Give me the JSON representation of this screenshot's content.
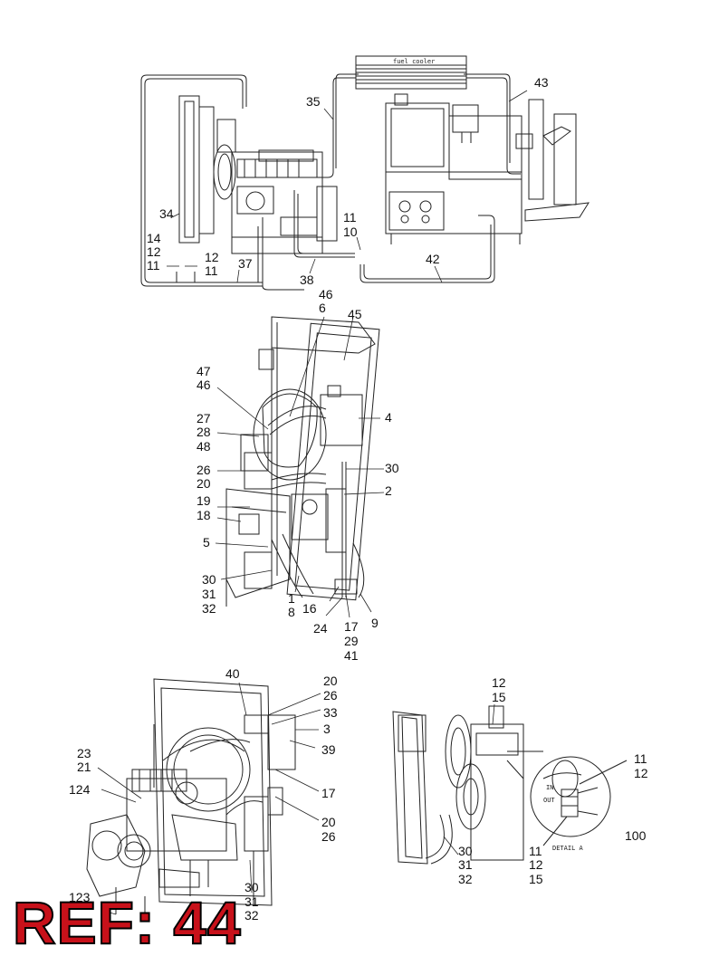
{
  "fuel_cooler_label": "fuel cooler",
  "detail_label": "DETAIL A",
  "in_label": "IN",
  "out_label": "OUT",
  "reference": "REF: 44",
  "callouts": {
    "c43": "43",
    "c35": "35",
    "c34": "34",
    "c14": "14",
    "c12a": "12",
    "c11a": "11",
    "c12b": "12",
    "c11b": "11",
    "c37": "37",
    "c38": "38",
    "c11c": "11",
    "c10": "10",
    "c42": "42",
    "c46a": "46",
    "c6": "6",
    "c45": "45",
    "c47": "47",
    "c46b": "46",
    "c4": "4",
    "c27": "27",
    "c28": "28",
    "c48": "48",
    "c26a": "26",
    "c20a": "20",
    "c30a": "30",
    "c2": "2",
    "c19": "19",
    "c18": "18",
    "c5": "5",
    "c30b": "30",
    "c31a": "31",
    "c32a": "32",
    "c1": "1",
    "c8": "8",
    "c16": "16",
    "c24": "24",
    "c17a": "17",
    "c9": "9",
    "c29": "29",
    "c41": "41",
    "c40": "40",
    "c20b": "20",
    "c26b": "26",
    "c33": "33",
    "c3": "3",
    "c39": "39",
    "c23": "23",
    "c21": "21",
    "c124": "124",
    "c17b": "17",
    "c20c": "20",
    "c26c": "26",
    "c123": "123",
    "c30c": "30",
    "c31b": "31",
    "c32b": "32",
    "c12c": "12",
    "c15a": "15",
    "c11d": "11",
    "c12d": "12",
    "c100": "100",
    "c30d": "30",
    "c31c": "31",
    "c32c": "32",
    "c11e": "11",
    "c12e": "12",
    "c15b": "15"
  }
}
